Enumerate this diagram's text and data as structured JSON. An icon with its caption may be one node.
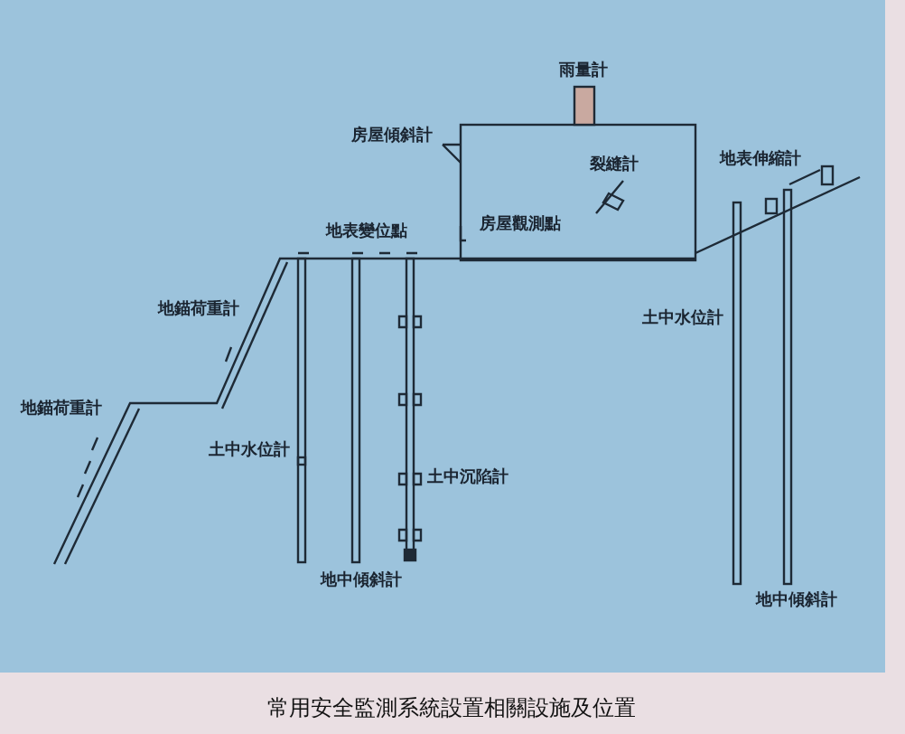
{
  "diagram": {
    "caption": "常用安全監測系統設置相關設施及位置",
    "labels": [
      "雨量計",
      "房屋傾斜計",
      "地表伸縮計",
      "裂縫計",
      "房屋觀測點",
      "地表變位點",
      "地錨荷重計",
      "土中水位計",
      "地錨荷重計",
      "土中水位計",
      "土中沉陷計",
      "地中傾斜計",
      "地中傾斜計"
    ]
  }
}
